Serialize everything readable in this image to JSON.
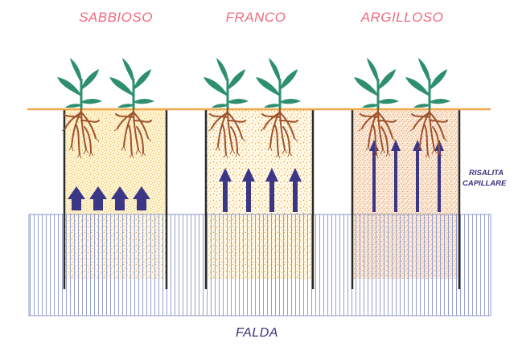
{
  "soils": [
    {
      "name": "SABBIOSO",
      "arrow_style": "short"
    },
    {
      "name": "FRANCO",
      "arrow_style": "medium"
    },
    {
      "name": "ARGILLOSO",
      "arrow_style": "long"
    }
  ],
  "capillary_label_line1": "RISALITA",
  "capillary_label_line2": "CAPILLARE",
  "water_table_label": "FALDA",
  "colors": {
    "title": "#ef6b7e",
    "label": "#3b2f7e",
    "ground_line": "#f0a84a",
    "arrow": "#3b3787",
    "water_table_lines": "#8c96c8",
    "plant_leaf": "#2e8f6f",
    "root": "#a0522d",
    "soil_fill": "#fff6d6",
    "column_wall": "#2b2b2b"
  }
}
